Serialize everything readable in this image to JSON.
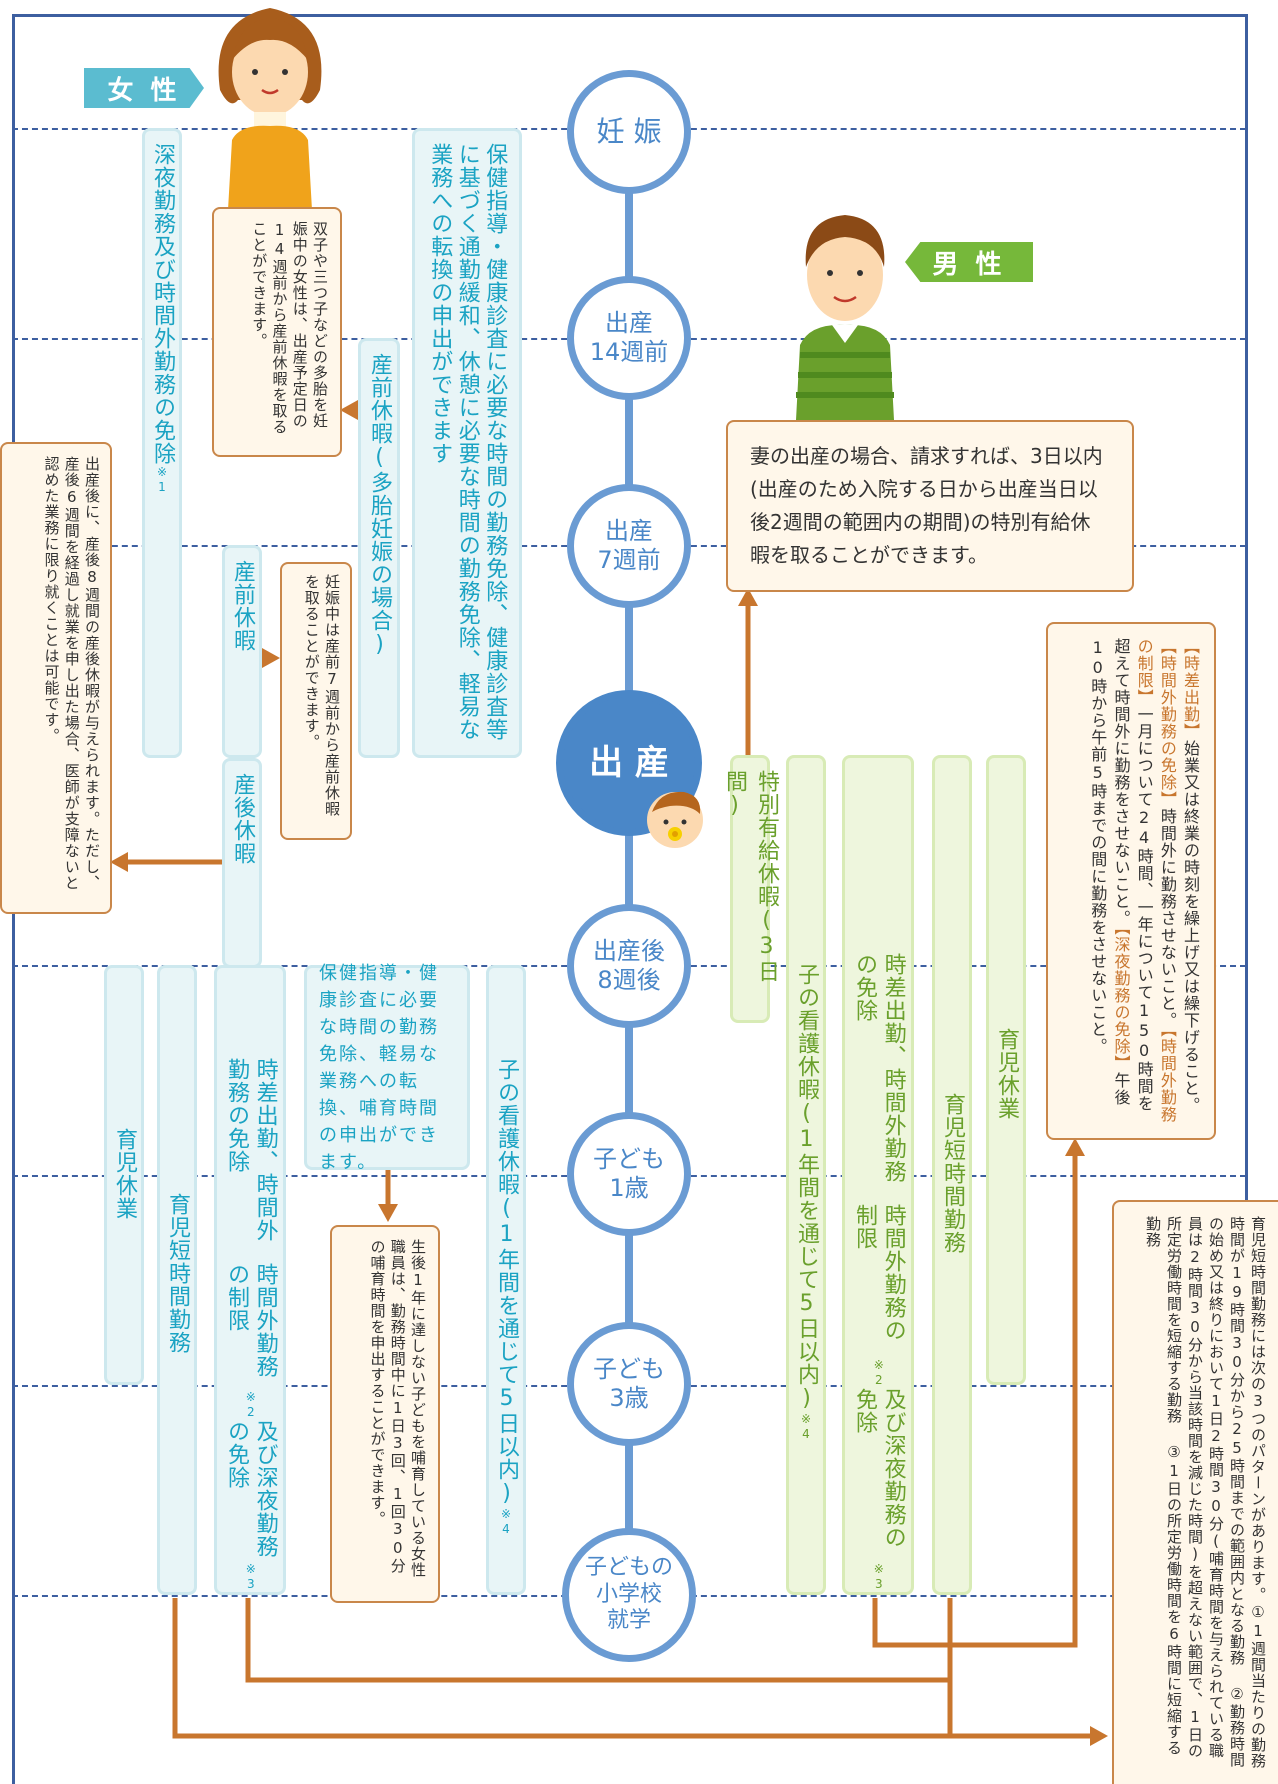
{
  "tags": {
    "female": "女 性",
    "male": "男 性"
  },
  "timeline": {
    "pregnancy": "妊 娠",
    "before14": "出産\n14週前",
    "before7": "出産\n7週前",
    "birth": "出 産",
    "after8": "出産後\n8週後",
    "age1": "子ども\n1歳",
    "age3": "子ども\n3歳",
    "school": "子どもの\n小学校\n就学"
  },
  "female_bars": {
    "night_overtime": "深夜勤務及び時間外勤務の免除",
    "night_overtime_note_mark": "※1",
    "health_guidance": "保健指導・健康診査に必要な時間の勤務免除、健康診査等に基づく通勤緩和、休憩に必要な時間の勤務免除、軽易な業務への転換の申出ができます",
    "prenatal_multi": "産前休暇(多胎妊娠の場合)",
    "prenatal": "産前休暇",
    "postnatal": "産後休暇",
    "childcare_leave": "育児休業",
    "short_hours": "育児短時間勤務",
    "staggered": "時差出勤、時間外勤務の免除",
    "overtime_limit": "時間外勤務の制限",
    "overtime_limit_mark": "※2",
    "and_night": "及び深夜勤務の免除",
    "and_night_mark": "※3",
    "health_short": "保健指導・健康診査に必要な時間の勤務免除、軽易な業務への転換、哺育時間の申出ができます。",
    "sick_child": "子の看護休暇(1年間を通じて5日以内)",
    "sick_child_mark": "※4"
  },
  "female_notes": {
    "multi": "双子や三つ子などの多胎を妊娠中の女性は、出産予定日の14週前から産前休暇を取ることができます。",
    "prenatal7": "妊娠中は産前7週前から産前休暇を取ることができます。",
    "postnatal": "出産後に、産後8週間の産後休暇が与えられます。ただし、産後6週間を経過し就業を申し出た場合、医師が支障ないと認めた業務に限り就くことは可能です。",
    "nursing": "生後1年に達しない子どもを哺育している女性職員は、勤務時間中に1日3回、1回30分の哺育時間を申出することができます。"
  },
  "male_bars": {
    "special_leave": "特別有給休暇(3日間)",
    "sick_child": "子の看護休暇(1年間を通じて5日以内)",
    "sick_child_mark": "※4",
    "staggered": "時差出勤、時間外勤務の免除",
    "overtime_limit": "時間外勤務の制限",
    "overtime_limit_mark": "※2",
    "and_night": "及び深夜勤務の免除",
    "and_night_mark": "※3",
    "short_hours": "育児短時間勤務",
    "childcare_leave": "育児休業"
  },
  "male_notes": {
    "wife_birth": "妻の出産の場合、請求すれば、3日以内(出産のため入院する日から出産当日以後2週間の範囲内の期間)の特別有給休暇を取ることができます。",
    "rules_a1": "【時差出勤】",
    "rules_a2": "始業又は終業の時刻を繰上げ又は繰下げること。",
    "rules_b1": "【時間外勤務の免除】",
    "rules_b2": "時間外に勤務させないこと。",
    "rules_c1": "【時間外勤務の制限】",
    "rules_c2": "一月について24時間、一年について150時間を超えて時間外に勤務をさせないこと。",
    "rules_d1": "【深夜勤務の免除】",
    "rules_d2": "午後10時から午前5時までの間に勤務をさせないこと。",
    "short_hours_patterns": "育児短時間勤務には次の3つのパターンがあります。①1週間当たりの勤務時間が19時間30分から25時間までの範囲内となる勤務 ②勤務時間の始め又は終りにおいて1日2時間30分(哺育時間を与えられている職員は2時間30分から当該時間を減じた時間)を超えない範囲で、1日の所定労働時間を短縮する勤務 ③1日の所定労働時間を6時間に短縮する勤務"
  },
  "colors": {
    "blue": "#1ba3c3",
    "green": "#6aa02c",
    "brown": "#c8762e",
    "timeline": "#6a9bd3",
    "female_tag": "#5bbcd0",
    "male_tag": "#76b83a"
  }
}
